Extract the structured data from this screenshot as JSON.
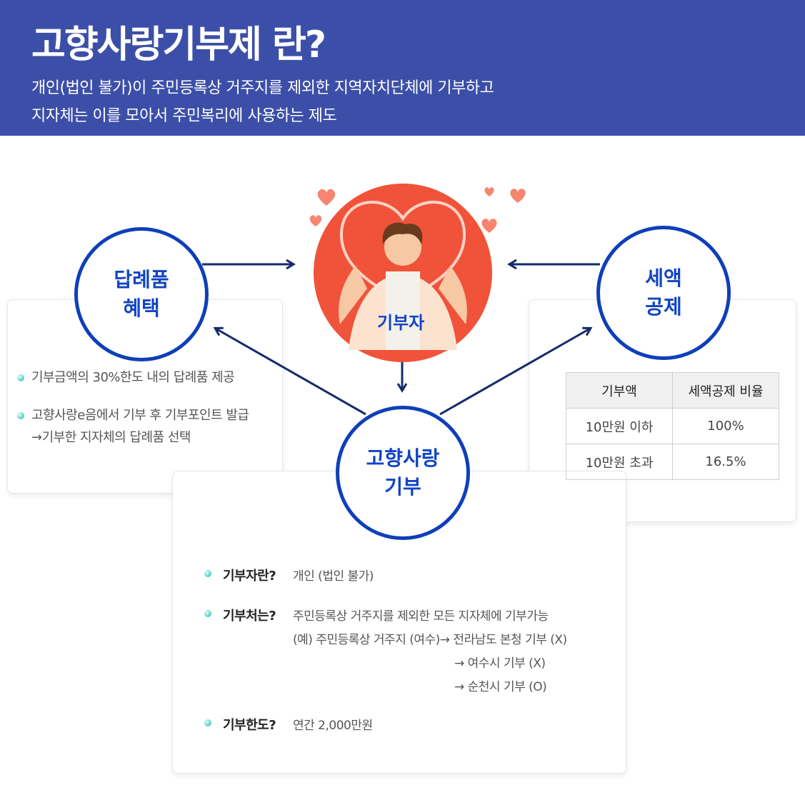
{
  "header": {
    "title": "고향사랑기부제 란?",
    "line1": "개인(법인 불가)이 주민등록상 거주지를 제외한 지역자치단체에 기부하고",
    "line2": "지자체는 이를 모아서 주민복리에 사용하는 제도"
  },
  "hero": {
    "label": "기부자"
  },
  "gift": {
    "title_line1": "답례품",
    "title_line2": "혜택",
    "items": [
      "기부금액의 30%한도 내의 답례품 제공",
      "고향사랑e음에서 기부 후 기부포인트 발급",
      "→기부한 지자체의 답례품 선택"
    ]
  },
  "tax": {
    "title_line1": "세액",
    "title_line2": "공제",
    "headers": [
      "기부액",
      "세액공제 비율"
    ],
    "rows": [
      [
        "10만원 이하",
        "100%"
      ],
      [
        "10만원 초과",
        "16.5%"
      ]
    ]
  },
  "donate": {
    "title_line1": "고향사랑",
    "title_line2": "기부",
    "q1_label": "기부자란?",
    "q1_value": "개인 (법인 불가)",
    "q2_label": "기부처는?",
    "q2_value": "주민등록상 거주지를 제외한 모든 지자체에 기부가능",
    "q2_example": "(예) 주민등록상 거주지 (여수)→  전라남도 본청 기부 (X)",
    "q2_sub1": "→  여수시 기부 (X)",
    "q2_sub2": "→  순천시 기부 (O)",
    "q3_label": "기부한도?",
    "q3_value": "연간 2,000만원"
  },
  "colors": {
    "header_bg": "#3c4fa8",
    "accent_blue": "#0f3fb8",
    "heart_red": "#f0533a",
    "arrow_navy": "#142a6b"
  }
}
